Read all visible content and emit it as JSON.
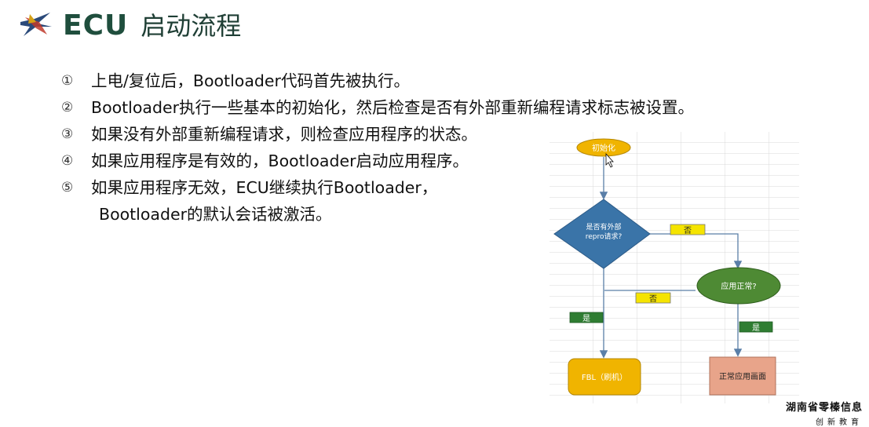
{
  "title": {
    "main": "ECU",
    "sub": "启动流程"
  },
  "steps": [
    {
      "num": "①",
      "text": "上电/复位后，Bootloader代码首先被执行。"
    },
    {
      "num": "②",
      "text": "Bootloader执行一些基本的初始化，然后检查是否有外部重新编程请求标志被设置。"
    },
    {
      "num": "③",
      "text": "如果没有外部重新编程请求，则检查应用程序的状态。"
    },
    {
      "num": "④",
      "text": "如果应用程序是有效的，Bootloader启动应用程序。"
    },
    {
      "num": "⑤",
      "text": "如果应用程序无效，ECU继续执行Bootloader，"
    },
    {
      "num": "",
      "text": "Bootloader的默认会话被激活。"
    }
  ],
  "flowchart": {
    "start": "初始化",
    "decision1_line1": "是否有外部",
    "decision1_line2": "repro请求?",
    "decision2": "应用正常?",
    "no1": "否",
    "no2": "否",
    "yes1": "是",
    "yes2": "是",
    "box_fbl": "FBL（刷机）",
    "box_app": "正常应用画面"
  },
  "colors": {
    "title": "#1f4e3d",
    "start_fill": "#f0b400",
    "decision1_fill": "#3a74a8",
    "decision2_fill": "#4e8a34",
    "fbl_fill": "#f0b400",
    "app_fill": "#e8a48a",
    "yes_tag": "#2f7d32",
    "no_tag": "#f5e400",
    "arrow": "#5a7fa8"
  },
  "brand": {
    "line1": "湖南省零榛信息",
    "line2": "创新教育"
  }
}
